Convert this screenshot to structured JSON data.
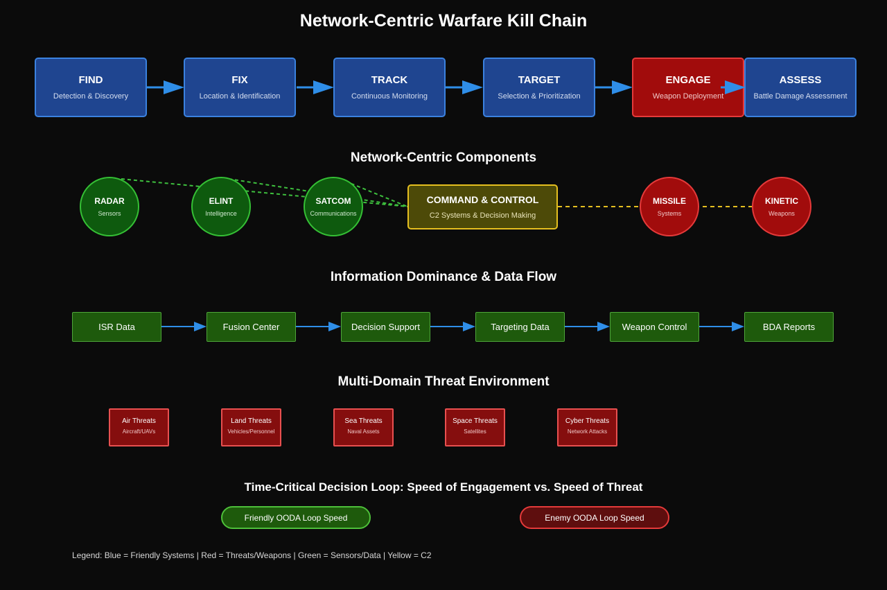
{
  "title": "Network-Centric Warfare Kill Chain",
  "kill_chain": [
    {
      "name": "FIND",
      "sub": "Detection & Discovery",
      "color": "#1f4590"
    },
    {
      "name": "FIX",
      "sub": "Location & Identification",
      "color": "#1f4590"
    },
    {
      "name": "TRACK",
      "sub": "Continuous Monitoring",
      "color": "#1f4590"
    },
    {
      "name": "TARGET",
      "sub": "Selection & Prioritization",
      "color": "#1f4590"
    },
    {
      "name": "ENGAGE",
      "sub": "Weapon Deployment",
      "color": "#a10c0c"
    },
    {
      "name": "ASSESS",
      "sub": "Battle Damage Assessment",
      "color": "#1f4590"
    }
  ],
  "components": {
    "title": "Network-Centric Components",
    "sensors": [
      {
        "name": "RADAR",
        "sub": "Sensors"
      },
      {
        "name": "ELINT",
        "sub": "Intelligence"
      },
      {
        "name": "SATCOM",
        "sub": "Communications"
      }
    ],
    "c2": {
      "name": "COMMAND & CONTROL",
      "sub": "C2 Systems & Decision Making"
    },
    "weapons": [
      {
        "name": "MISSILE",
        "sub": "Systems"
      },
      {
        "name": "KINETIC",
        "sub": "Weapons"
      }
    ]
  },
  "data_flow": {
    "title": "Information Dominance & Data Flow",
    "steps": [
      "ISR Data",
      "Fusion Center",
      "Decision Support",
      "Targeting Data",
      "Weapon Control",
      "BDA Reports"
    ]
  },
  "threats": {
    "title": "Multi-Domain Threat Environment",
    "items": [
      {
        "name": "Air Threats",
        "sub": "Aircraft/UAVs"
      },
      {
        "name": "Land Threats",
        "sub": "Vehicles/Personnel"
      },
      {
        "name": "Sea Threats",
        "sub": "Naval Assets"
      },
      {
        "name": "Space Threats",
        "sub": "Satellites"
      },
      {
        "name": "Cyber Threats",
        "sub": "Network Attacks"
      }
    ]
  },
  "ooda": {
    "title": "Time-Critical Decision Loop: Speed of Engagement vs. Speed of Threat",
    "friendly": "Friendly OODA Loop Speed",
    "enemy": "Enemy OODA Loop Speed"
  },
  "legend": "Legend: Blue = Friendly Systems | Red = Threats/Weapons | Green = Sensors/Data | Yellow = C2",
  "colors": {
    "friendly": "#1f4590",
    "threat": "#a10c0c",
    "sensor": "#1e5a0c",
    "c2": "#e6c020",
    "arrow": "#2f8ee8"
  }
}
